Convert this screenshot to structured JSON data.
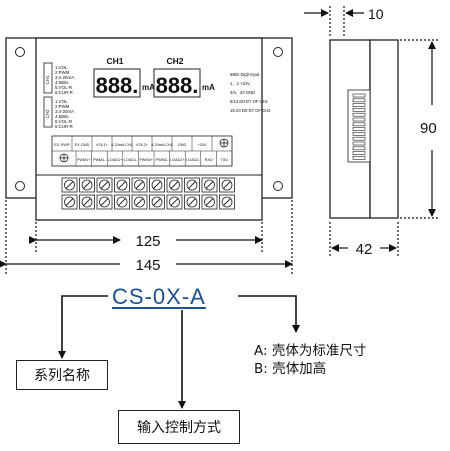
{
  "module": {
    "ch1_label": "CH1",
    "ch2_label": "CH2",
    "ch1_display": "888.",
    "ch2_display": "888.",
    "unit": "mA",
    "left_block_a": [
      "1:VOL",
      "2:PWM",
      "3:4-20mA",
      "4:6Bits",
      "5:VOL-R",
      "6:CUR-R"
    ],
    "left_block_b": [
      "1:VOL",
      "2:PWM",
      "3:4-20mA",
      "4:6Bits",
      "5:VOL-R",
      "6:CUR-R"
    ],
    "left_side_tag_a": "CH1",
    "left_side_tag_b": "CH2",
    "right_info": [
      "6Bits Digit Input",
      "1、2 +24V",
      "3/4、20 GND",
      "5/13 D0-D7 OF CH1",
      "15-23 D0-D7 OF CH2"
    ],
    "terminal_top": [
      "EX-PWR",
      "EX-GND",
      "VOL1+",
      "4-20mA CH1",
      "VOL2+",
      "4-20mA CH2",
      "GND",
      "+24V"
    ],
    "terminal_bottom": [
      "PWM1+",
      "PWM1-",
      "LOAD1+",
      "LOAD1-",
      "PWM2+",
      "PWM2-",
      "LOAD2+",
      "LOAD2-",
      "RXD",
      "TXD"
    ]
  },
  "dimensions": {
    "width_inner": "125",
    "width_outer": "145",
    "side_offset": "10",
    "height": "90",
    "depth": "42"
  },
  "model": {
    "series": "CS",
    "sep1": "-",
    "control": "0X",
    "sep2": "-",
    "housing": "A"
  },
  "legend": {
    "series_name": "系列名称",
    "control_mode": "输入控制方式",
    "housing_a": "A: 壳体为标准尺寸",
    "housing_b": "B: 壳体加高"
  },
  "colors": {
    "model_text": "#1f4f8b",
    "line": "#222222"
  }
}
